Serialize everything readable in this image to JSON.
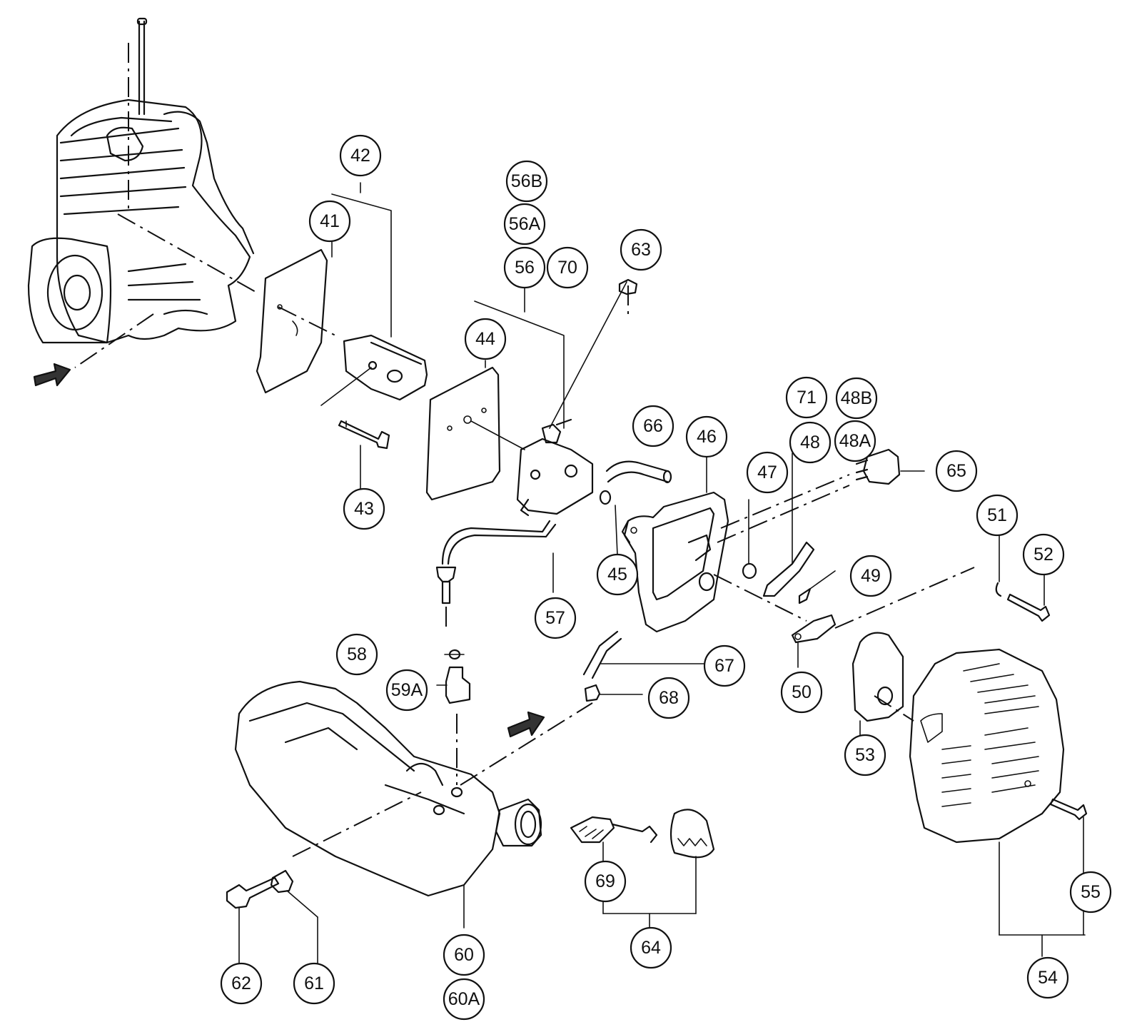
{
  "callouts": [
    {
      "id": "c41",
      "label": "41"
    },
    {
      "id": "c42",
      "label": "42"
    },
    {
      "id": "c43",
      "label": "43"
    },
    {
      "id": "c44",
      "label": "44"
    },
    {
      "id": "c45",
      "label": "45"
    },
    {
      "id": "c46",
      "label": "46"
    },
    {
      "id": "c47",
      "label": "47"
    },
    {
      "id": "c48",
      "label": "48"
    },
    {
      "id": "c48A",
      "label": "48A"
    },
    {
      "id": "c48B",
      "label": "48B"
    },
    {
      "id": "c49",
      "label": "49"
    },
    {
      "id": "c50",
      "label": "50"
    },
    {
      "id": "c51",
      "label": "51"
    },
    {
      "id": "c52",
      "label": "52"
    },
    {
      "id": "c53",
      "label": "53"
    },
    {
      "id": "c54",
      "label": "54"
    },
    {
      "id": "c55",
      "label": "55"
    },
    {
      "id": "c56",
      "label": "56"
    },
    {
      "id": "c56A",
      "label": "56A"
    },
    {
      "id": "c56B",
      "label": "56B"
    },
    {
      "id": "c57",
      "label": "57"
    },
    {
      "id": "c58",
      "label": "58"
    },
    {
      "id": "c59A",
      "label": "59A"
    },
    {
      "id": "c60",
      "label": "60"
    },
    {
      "id": "c60A",
      "label": "60A"
    },
    {
      "id": "c61",
      "label": "61"
    },
    {
      "id": "c62",
      "label": "62"
    },
    {
      "id": "c63",
      "label": "63"
    },
    {
      "id": "c64",
      "label": "64"
    },
    {
      "id": "c65",
      "label": "65"
    },
    {
      "id": "c66",
      "label": "66"
    },
    {
      "id": "c67",
      "label": "67"
    },
    {
      "id": "c68",
      "label": "68"
    },
    {
      "id": "c69",
      "label": "69"
    },
    {
      "id": "c70",
      "label": "70"
    },
    {
      "id": "c71",
      "label": "71"
    }
  ]
}
